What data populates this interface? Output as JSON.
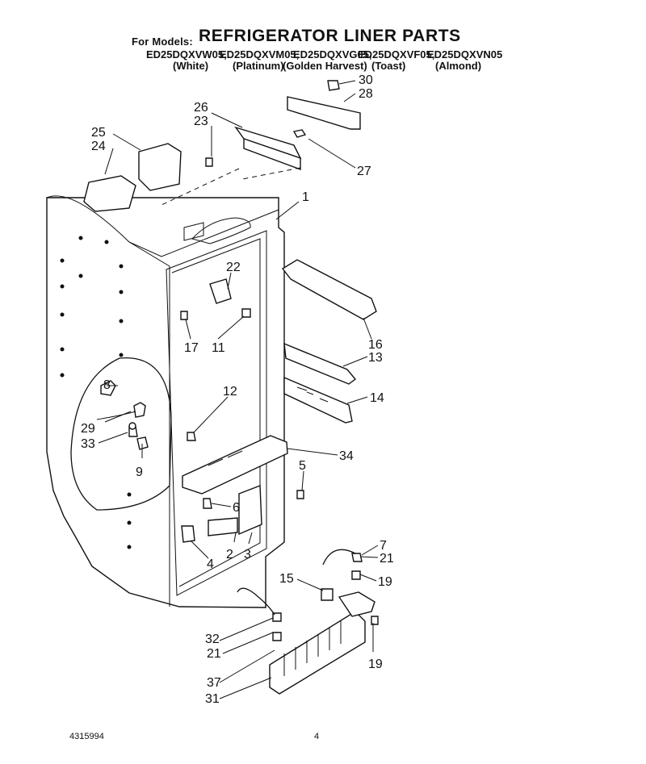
{
  "header": {
    "label": "For Models:",
    "title": "REFRIGERATOR LINER PARTS",
    "models": [
      "ED25DQXVW05,",
      "ED25DQXVM05,",
      "ED25DQXVG05,",
      "ED25DQXVF05,",
      "ED25DQXVN05"
    ],
    "colors": [
      "(White)",
      "(Platinum)",
      "(Golden Harvest)",
      "(Toast)",
      "(Almond)"
    ]
  },
  "callouts": [
    "30",
    "28",
    "26",
    "23",
    "25",
    "24",
    "27",
    "1",
    "22",
    "16",
    "13",
    "17",
    "11",
    "8",
    "12",
    "14",
    "29",
    "33",
    "34",
    "9",
    "5",
    "6",
    "2",
    "3",
    "4",
    "7",
    "21",
    "15",
    "19",
    "32",
    "21",
    "19",
    "37",
    "31"
  ],
  "footer": {
    "doc_number": "4315994",
    "page_number": "4"
  }
}
